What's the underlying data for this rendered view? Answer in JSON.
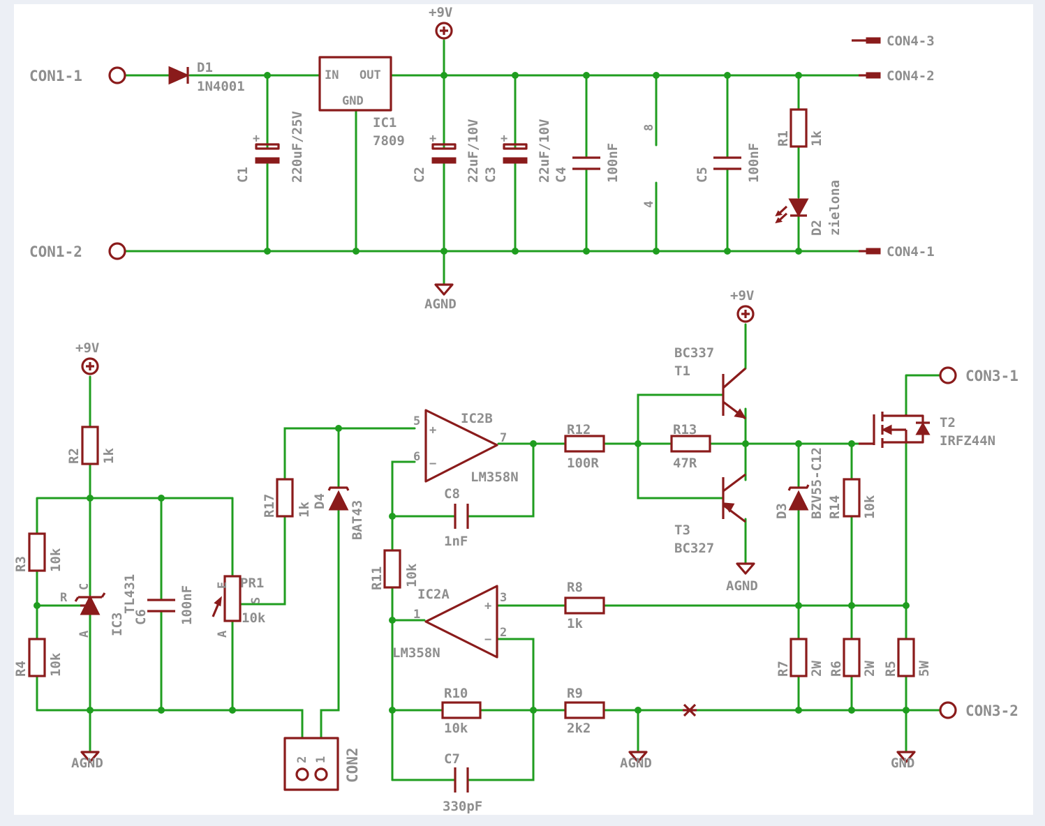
{
  "connectors": {
    "con1_1": "CON1-1",
    "con1_2": "CON1-2",
    "con4_1": "CON4-1",
    "con4_2": "CON4-2",
    "con4_3": "CON4-3",
    "con3_1": "CON3-1",
    "con3_2": "CON3-2",
    "con2": "CON2",
    "con2_pin2": "2",
    "con2_pin1": "1"
  },
  "supply": {
    "vcc_top": "+9V",
    "vcc_left": "+9V",
    "vcc_t1": "+9V",
    "agnd": "AGND",
    "gnd": "GND"
  },
  "components": {
    "d1_name": "D1",
    "d1_value": "1N4001",
    "ic1_name": "IC1",
    "ic1_value": "7809",
    "ic1_in": "IN",
    "ic1_out": "OUT",
    "ic1_gnd": "GND",
    "c1_name": "C1",
    "c1_value": "220uF/25V",
    "c2_name": "C2",
    "c2_value": "22uF/10V",
    "c3_name": "C3",
    "c3_value": "22uF/10V",
    "c4_name": "C4",
    "c4_value": "100nF",
    "c5_name": "C5",
    "c5_value": "100nF",
    "ic2_pwr_pin8": "8",
    "ic2_pwr_pin4": "4",
    "r1_name": "R1",
    "r1_value": "1k",
    "d2_name": "D2",
    "d2_value": "zielona",
    "r2_name": "R2",
    "r2_value": "1k",
    "r3_name": "R3",
    "r3_value": "10k",
    "r4_name": "R4",
    "r4_value": "10k",
    "ic3_name": "IC3",
    "ic3_value": "TL431",
    "ic3_pin_r": "R",
    "ic3_pin_c": "C",
    "ic3_pin_a": "A",
    "c6_name": "C6",
    "c6_value": "100nF",
    "pr1_name": "PR1",
    "pr1_value": "10k",
    "pr1_pin_e": "E",
    "pr1_pin_s": "S",
    "pr1_pin_a": "A",
    "r17_name": "R17",
    "r17_value": "1k",
    "d4_name": "D4",
    "d4_value": "BAT43",
    "ic2b_name": "IC2B",
    "ic2b_value": "LM358N",
    "ic2b_pin5": "5",
    "ic2b_pin6": "6",
    "ic2b_pin7": "7",
    "c8_name": "C8",
    "c8_value": "1nF",
    "r11_name": "R11",
    "r11_value": "10k",
    "ic2a_name": "IC2A",
    "ic2a_value": "LM358N",
    "ic2a_pin1": "1",
    "ic2a_pin2": "2",
    "ic2a_pin3": "3",
    "r8_name": "R8",
    "r8_value": "1k",
    "r10_name": "R10",
    "r10_value": "10k",
    "r9_name": "R9",
    "r9_value": "2k2",
    "c7_name": "C7",
    "c7_value": "330pF",
    "r12_name": "R12",
    "r12_value": "100R",
    "r13_name": "R13",
    "r13_value": "47R",
    "t1_name": "T1",
    "t1_value": "BC337",
    "t3_name": "T3",
    "t3_value": "BC327",
    "d3_name": "D3",
    "d3_value": "BZV55-C12",
    "r14_name": "R14",
    "r14_value": "10k",
    "t2_name": "T2",
    "t2_value": "IRFZ44N",
    "r7_name": "R7",
    "r7_value": "2W",
    "r6_name": "R6",
    "r6_value": "2W",
    "r5_name": "R5",
    "r5_value": "5W"
  }
}
